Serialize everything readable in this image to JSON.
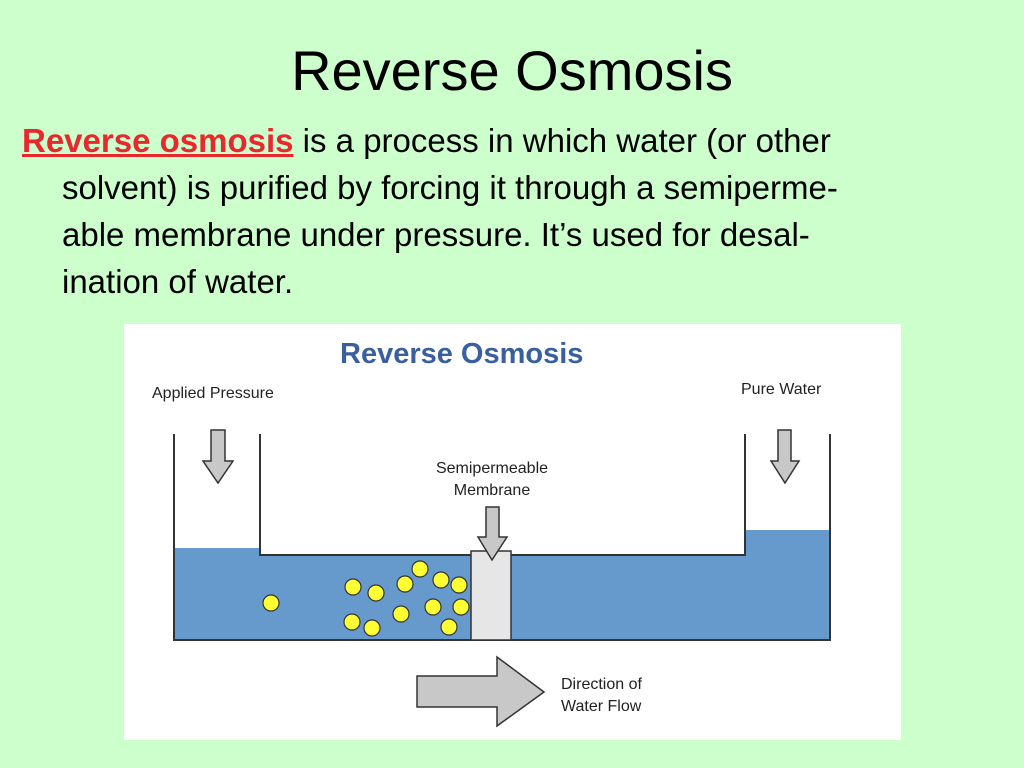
{
  "slide": {
    "title": "Reverse Osmosis",
    "body": {
      "term": "Reverse osmosis",
      "line1_rest": " is a process in which water (or other",
      "line2": "solvent) is purified by forcing it through a semiperme-",
      "line3": "able membrane under pressure.  It’s used for desal-",
      "line4": "ination of water."
    }
  },
  "diagram": {
    "title": "Reverse Osmosis",
    "applied_pressure_label": "Applied Pressure",
    "pure_water_label": "Pure Water",
    "membrane_label_line1": "Semipermeable",
    "membrane_label_line2": "Membrane",
    "flow_label_line1": "Direction of",
    "flow_label_line2": "Water Flow",
    "colors": {
      "water": "#6699cc",
      "solute_particle": "#ffff33",
      "membrane": "#e6e6e6",
      "arrow": "#c8c8c8",
      "title": "#3a5f9e"
    }
  }
}
